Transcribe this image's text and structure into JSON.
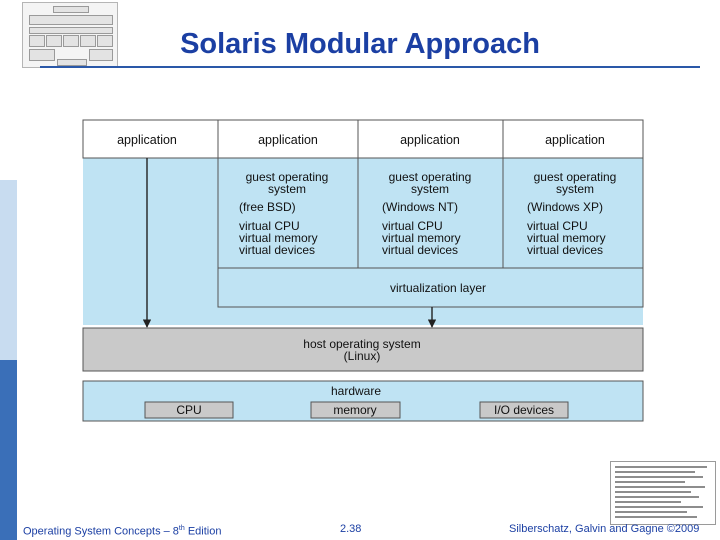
{
  "slide": {
    "title": "Solaris Modular Approach"
  },
  "diagram": {
    "app_left": "application",
    "app_cols": [
      "application",
      "application",
      "application"
    ],
    "guest_os": [
      {
        "line1": "guest operating",
        "line2": "system",
        "name": "(free BSD)",
        "vcpu": "virtual CPU",
        "vmem": "virtual memory",
        "vdev": "virtual devices"
      },
      {
        "line1": "guest operating",
        "line2": "system",
        "name": "(Windows NT)",
        "vcpu": "virtual CPU",
        "vmem": "virtual memory",
        "vdev": "virtual devices"
      },
      {
        "line1": "guest operating",
        "line2": "system",
        "name": "(Windows XP)",
        "vcpu": "virtual CPU",
        "vmem": "virtual memory",
        "vdev": "virtual devices"
      }
    ],
    "virtualization_layer": "virtualization layer",
    "host_os": {
      "line1": "host operating system",
      "line2": "(Linux)"
    },
    "hardware": {
      "label": "hardware",
      "cpu": "CPU",
      "memory": "memory",
      "io": "I/O devices"
    },
    "colors": {
      "blue_fill": "#bfe3f3",
      "gray_fill": "#c9c9c9",
      "white_fill": "#ffffff",
      "stroke": "#555555"
    }
  },
  "footer": {
    "left_prefix": "Operating System Concepts – 8",
    "left_sup": "th",
    "left_suffix": " Edition",
    "page": "2.38",
    "right": "Silberschatz, Galvin and Gagne ©2009"
  }
}
